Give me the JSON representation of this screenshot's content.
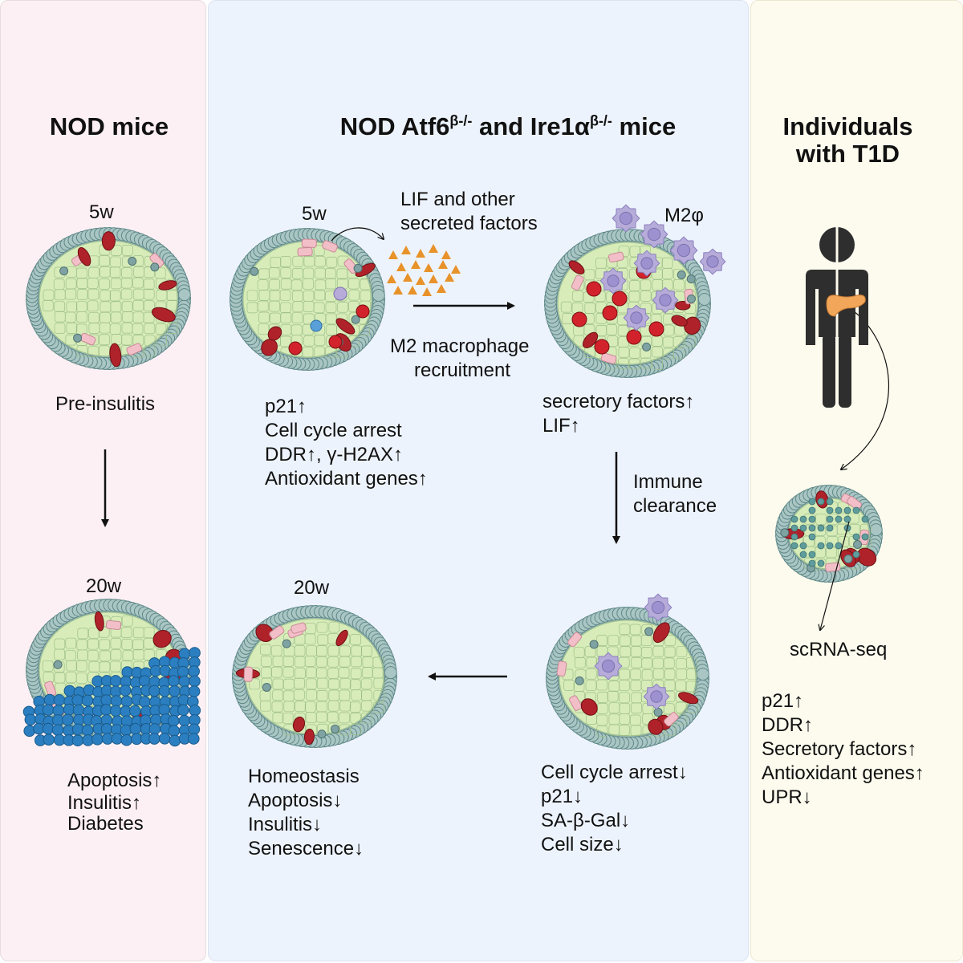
{
  "panels": {
    "left": {
      "title": "NOD mice",
      "color": "#fdf0f4"
    },
    "middle": {
      "title_prefix": "NOD Atf6",
      "title_sup1": "β-/-",
      "title_mid": " and Ire1α",
      "title_sup2": "β-/-",
      "title_suffix": " mice",
      "color": "#edf3fc"
    },
    "right": {
      "title_line1": "Individuals",
      "title_line2": "with T1D",
      "color": "#fdfbee"
    }
  },
  "nod": {
    "age_early": "5w",
    "stage_early": "Pre-insulitis",
    "age_late": "20w",
    "late_outcomes": [
      "Apoptosis↑",
      "Insulitis↑",
      "Diabetes"
    ]
  },
  "ko": {
    "age_early": "5w",
    "secreted_label": [
      "LIF and other",
      "secreted factors"
    ],
    "recruit_label": [
      "M2 macrophage",
      "recruitment"
    ],
    "macrophage_label": "M2φ",
    "early_changes": [
      "p21↑",
      "Cell cycle arrest",
      "DDR↑, γ-H2AX↑",
      "Antioxidant genes↑"
    ],
    "secretory_changes": [
      "secretory factors↑",
      "LIF↑"
    ],
    "clearance_label": [
      "Immune",
      "clearance"
    ],
    "cleared_changes": [
      "Cell cycle arrest↓",
      "p21↓",
      "SA-β-Gal↓",
      "Cell size↓"
    ],
    "age_late": "20w",
    "late_outcomes": [
      "Homeostasis",
      "Apoptosis↓",
      "Insulitis↓",
      "Senescence↓"
    ]
  },
  "human": {
    "method_label": "scRNA-seq",
    "findings": [
      "p21↑",
      "DDR↑",
      "Secretory factors↑",
      "Antioxidant genes↑",
      "UPR↓"
    ]
  },
  "colors": {
    "islet_outer": "#9dbcbc",
    "beta_cell": "#d7ecb9",
    "beta_border": "#9fbf8a",
    "vessel": "#b0222a",
    "pink_cell": "#f2bfc8",
    "immune_cell": "#2b7fc0",
    "macrophage": "#b7acd9",
    "factor": "#e8922a",
    "pancreas": "#f2a65a"
  }
}
